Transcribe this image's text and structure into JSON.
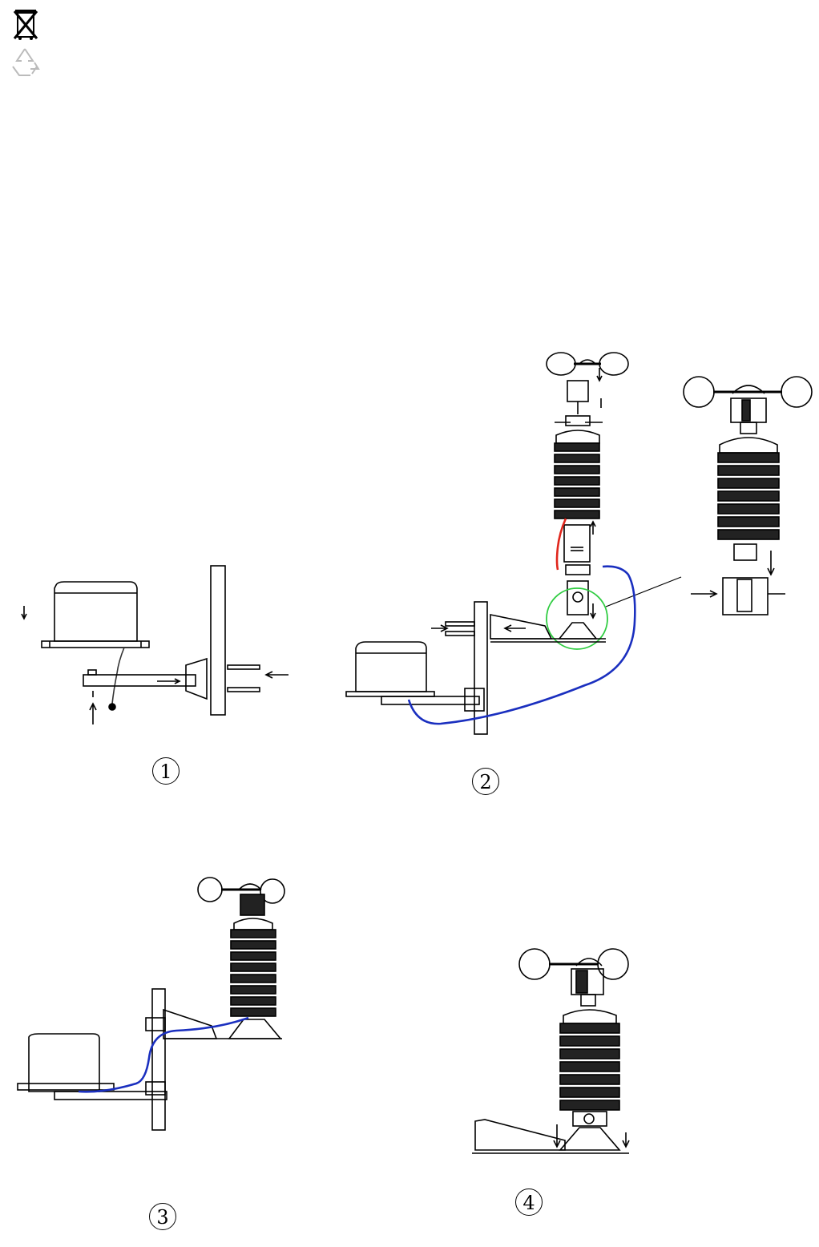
{
  "icons": {
    "top": "crossed-out-bin-icon",
    "bottom": "recycle-icon"
  },
  "steps": [
    {
      "label": "1"
    },
    {
      "label": "2"
    },
    {
      "label": "3"
    },
    {
      "label": "4"
    }
  ],
  "colors": {
    "line": "#000000",
    "cable_blue": "#1a2fbf",
    "cable_red": "#e0261c",
    "highlight_green": "#2ecc40"
  }
}
